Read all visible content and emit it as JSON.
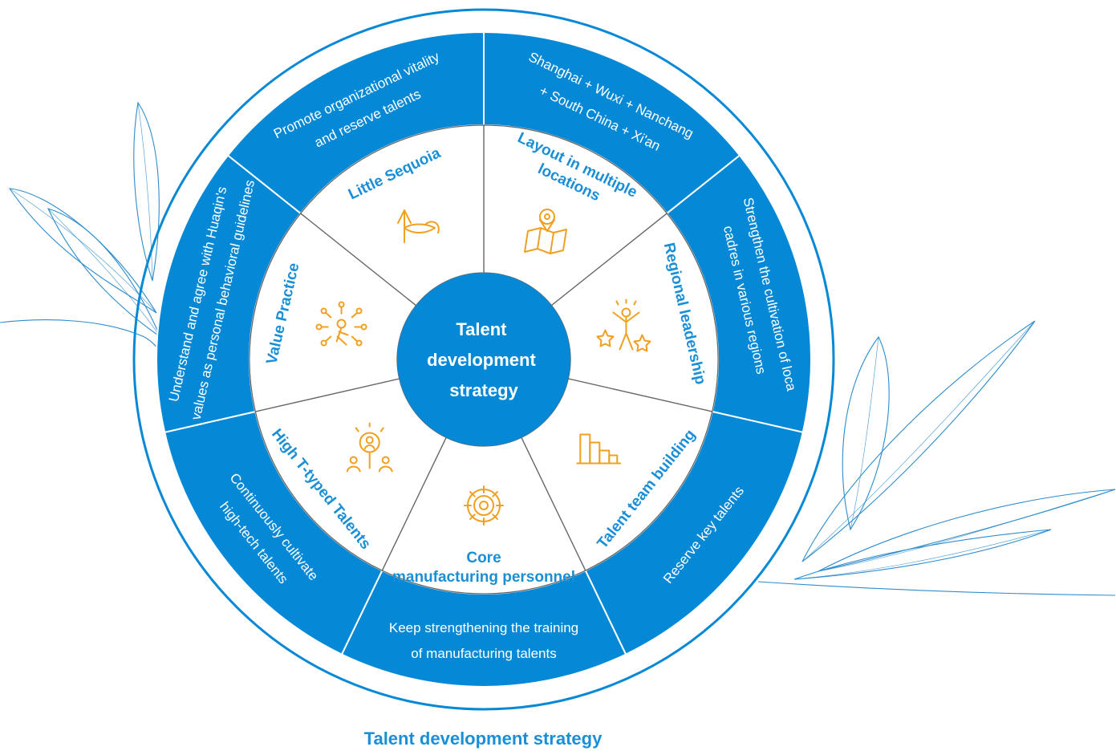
{
  "caption": "Talent development strategy",
  "center": {
    "lines": [
      "Talent",
      "development",
      "strategy"
    ]
  },
  "colors": {
    "brand_blue": "#0589d6",
    "title_blue": "#1a8fd6",
    "icon_orange": "#f0a020",
    "divider": "#666666"
  },
  "segments": [
    {
      "title": [
        "Layout in multiple",
        "locations"
      ],
      "icon": "map-pin-icon",
      "outer": [
        "Shanghai + Wuxi + Nanchang",
        "+ South China + Xi'an"
      ]
    },
    {
      "title": [
        "Regional leadership"
      ],
      "icon": "star-person-icon",
      "outer": [
        "Strengthen the cultivation of loca",
        "cadres in various regions"
      ]
    },
    {
      "title": [
        "Talent team building"
      ],
      "icon": "building-blocks-icon",
      "outer": [
        "Reserve key talents"
      ]
    },
    {
      "title": [
        "Core",
        "manufacturing personnel"
      ],
      "icon": "gear-icon",
      "outer": [
        "Keep strengthening the training",
        "of manufacturing talents"
      ]
    },
    {
      "title": [
        "High T-typed Talents"
      ],
      "icon": "magnifier-people-icon",
      "outer": [
        "Continuously cultivate",
        "high-tech talents"
      ]
    },
    {
      "title": [
        "Value Practice"
      ],
      "icon": "network-person-icon",
      "outer": [
        "Understand and agree with Huaqin's",
        "values as personal behavioral guidelines"
      ]
    },
    {
      "title": [
        "Little Sequoia"
      ],
      "icon": "seedling-icon",
      "outer": [
        "Promote organizational vitality",
        "and reserve talents"
      ]
    }
  ]
}
